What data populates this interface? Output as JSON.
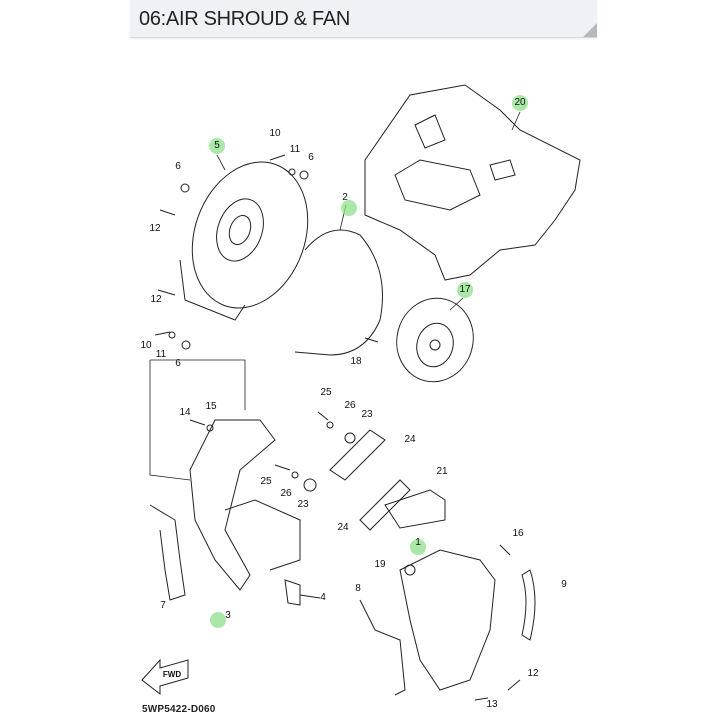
{
  "header": {
    "title": "06:AIR SHROUD & FAN"
  },
  "diagram": {
    "code": "5WP5422-D060",
    "fwd_label": "FWD",
    "highlight_color": "#8ee08a",
    "callouts": [
      "20",
      "5",
      "10",
      "11",
      "6",
      "6",
      "2",
      "12",
      "17",
      "12",
      "10",
      "11",
      "6",
      "18",
      "25",
      "26",
      "23",
      "24",
      "14",
      "15",
      "21",
      "25",
      "26",
      "23",
      "24",
      "16",
      "1",
      "19",
      "9",
      "7",
      "4",
      "8",
      "3",
      "12",
      "13"
    ]
  }
}
